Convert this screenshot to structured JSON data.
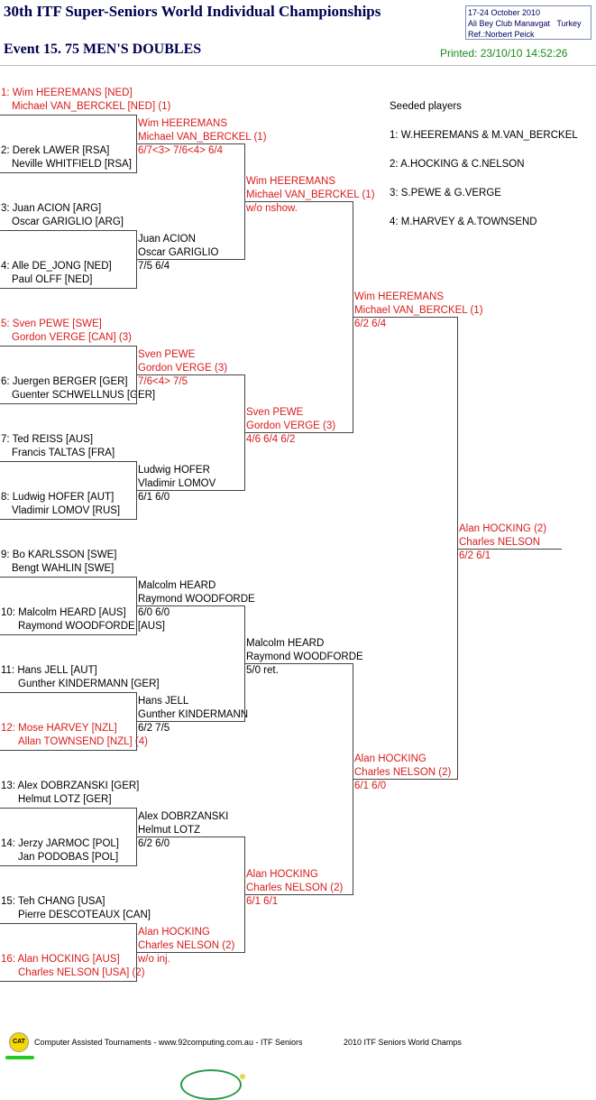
{
  "header": {
    "title": "30th ITF Super-Seniors World Individual Championships",
    "event": "Event 15. 75 MEN'S DOUBLES",
    "dates": "17-24 October 2010",
    "venue": "Ali Bey Club Manavgat   Turkey",
    "referee": "Ref.:Norbert Peick",
    "printed": "Printed: 23/10/10 14:52:26"
  },
  "seeded": {
    "heading": "Seeded players",
    "items": [
      "1: W.HEEREMANS & M.VAN_BERCKEL",
      "2: A.HOCKING & C.NELSON",
      "3: S.PEWE & G.VERGE",
      "4: M.HARVEY & A.TOWNSEND"
    ]
  },
  "round1": [
    {
      "l1": "1: Wim HEEREMANS [NED]",
      "l2": "Michael VAN_BERCKEL [NED] (1)"
    },
    {
      "l1": "2: Derek LAWER [RSA]",
      "l2": "Neville WHITFIELD [RSA]"
    },
    {
      "l1": "3: Juan ACION [ARG]",
      "l2": "Oscar GARIGLIO [ARG]"
    },
    {
      "l1": "4: Alle DE_JONG [NED]",
      "l2": "Paul OLFF [NED]"
    },
    {
      "l1": "5: Sven PEWE [SWE]",
      "l2": "Gordon VERGE [CAN] (3)"
    },
    {
      "l1": "6: Juergen BERGER [GER]",
      "l2": "Guenter SCHWELLNUS [GER]"
    },
    {
      "l1": "7: Ted REISS [AUS]",
      "l2": "Francis TALTAS [FRA]"
    },
    {
      "l1": "8: Ludwig HOFER [AUT]",
      "l2": "Vladimir LOMOV [RUS]"
    },
    {
      "l1": "9: Bo KARLSSON [SWE]",
      "l2": "Bengt WAHLIN [SWE]"
    },
    {
      "l1": "10: Malcolm HEARD [AUS]",
      "l2": "Raymond WOODFORDE [AUS]"
    },
    {
      "l1": "11: Hans JELL [AUT]",
      "l2": "Gunther KINDERMANN [GER]"
    },
    {
      "l1": "12: Mose HARVEY [NZL]",
      "l2": "Allan TOWNSEND [NZL] (4)"
    },
    {
      "l1": "13: Alex DOBRZANSKI [GER]",
      "l2": "Helmut LOTZ [GER]"
    },
    {
      "l1": "14: Jerzy JARMOC [POL]",
      "l2": "Jan PODOBAS [POL]"
    },
    {
      "l1": "15: Teh CHANG [USA]",
      "l2": "Pierre DESCOTEAUX [CAN]"
    },
    {
      "l1": "16: Alan HOCKING [AUS]",
      "l2": "Charles NELSON [USA] (2)"
    }
  ],
  "round2": [
    {
      "l1": "Wim HEEREMANS",
      "l2": "Michael VAN_BERCKEL (1)",
      "score": "6/7<3> 7/6<4> 6/4"
    },
    {
      "l1": "Juan ACION",
      "l2": "Oscar GARIGLIO",
      "score": "7/5 6/4"
    },
    {
      "l1": "Sven PEWE",
      "l2": "Gordon VERGE (3)",
      "score": "7/6<4> 7/5"
    },
    {
      "l1": "Ludwig HOFER",
      "l2": "Vladimir LOMOV",
      "score": "6/1 6/0"
    },
    {
      "l1": "Malcolm HEARD",
      "l2": "Raymond WOODFORDE",
      "score": "6/0 6/0"
    },
    {
      "l1": "Hans JELL",
      "l2": "Gunther KINDERMANN",
      "score": "6/2 7/5"
    },
    {
      "l1": "Alex DOBRZANSKI",
      "l2": "Helmut LOTZ",
      "score": "6/2 6/0"
    },
    {
      "l1": "Alan HOCKING",
      "l2": "Charles NELSON (2)",
      "score": "w/o inj."
    }
  ],
  "round3": [
    {
      "l1": "Wim HEEREMANS",
      "l2": "Michael VAN_BERCKEL (1)",
      "score": "w/o nshow."
    },
    {
      "l1": "Sven PEWE",
      "l2": "Gordon VERGE (3)",
      "score": "4/6 6/4 6/2"
    },
    {
      "l1": "Malcolm HEARD",
      "l2": "Raymond WOODFORDE",
      "score": "5/0 ret."
    },
    {
      "l1": "Alan HOCKING",
      "l2": "Charles NELSON (2)",
      "score": "6/1 6/1"
    }
  ],
  "round4": [
    {
      "l1": "Wim HEEREMANS",
      "l2": "Michael VAN_BERCKEL (1)",
      "score": "6/2 6/4"
    },
    {
      "l1": "Alan HOCKING",
      "l2": "Charles NELSON (2)",
      "score": "6/1 6/0"
    }
  ],
  "final": {
    "l1": "Alan HOCKING (2)",
    "l2": "Charles NELSON",
    "score": "6/2 6/1"
  },
  "footer": {
    "logo": "CAT",
    "left": "Computer Assisted Tournaments - www.92computing.com.au -  ITF Seniors",
    "right": "2010 ITF Seniors World Champs"
  }
}
